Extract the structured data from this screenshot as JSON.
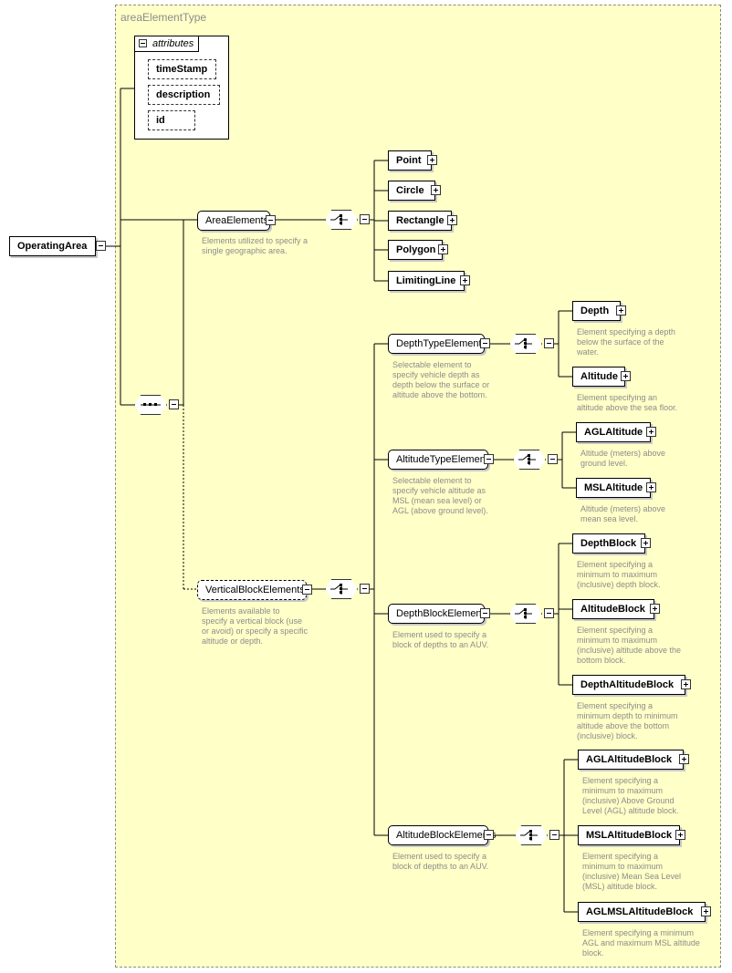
{
  "complex_type": "areaElementType",
  "attributes_label": "attributes",
  "attributes": [
    "timeStamp",
    "description",
    "id"
  ],
  "root": "OperatingArea",
  "area_elements": {
    "name": "AreaElements",
    "description": "Elements utilized to specify a\nsingle geographic area.",
    "children": [
      "Point",
      "Circle",
      "Rectangle",
      "Polygon",
      "LimitingLine"
    ]
  },
  "vertical_block_elements": {
    "name": "VerticalBlockElements",
    "description": "Elements available to\nspecify a vertical block (use\nor avoid) or specify a specific\naltitude or depth."
  },
  "groups": [
    {
      "name": "DepthTypeElements",
      "description": "Selectable element to\nspecify vehicle depth as\ndepth below the surface or\naltitude above the bottom.",
      "children": [
        {
          "name": "Depth",
          "description": "Element specifying a depth\nbelow the surface of the\nwater."
        },
        {
          "name": "Altitude",
          "description": "Element specifying an\naltitude above the sea floor."
        }
      ]
    },
    {
      "name": "AltitudeTypeElements",
      "description": "Selectable element to\nspecify vehicle altitude as\nMSL (mean sea level) or\nAGL (above ground level).",
      "children": [
        {
          "name": "AGLAltitude",
          "description": "Altitude (meters) above\nground level."
        },
        {
          "name": "MSLAltitude",
          "description": "Altitude (meters) above\nmean sea level."
        }
      ]
    },
    {
      "name": "DepthBlockElements",
      "description": "Element used to specify a\nblock of depths to an AUV.",
      "children": [
        {
          "name": "DepthBlock",
          "description": "Element specifying a\nminimum to maximum\n(inclusive) depth block."
        },
        {
          "name": "AltitudeBlock",
          "description": "Element specifying a\nminimum to maximum\n(inclusive) altitude above the\nbottom block."
        },
        {
          "name": "DepthAltitudeBlock",
          "description": "Element specifying a\nminimum depth to minimum\naltitude above the bottom\n(inclusive) block."
        }
      ]
    },
    {
      "name": "AltitudeBlockElements",
      "description": "Element used to specify a\nblock of depths to an AUV.",
      "children": [
        {
          "name": "AGLAltitudeBlock",
          "description": "Element specifying a\nminimum to maximum\n(inclusive) Above Ground\nLevel (AGL) altitude block."
        },
        {
          "name": "MSLAltitudeBlock",
          "description": "Element specifying a\nminimum to maximum\n(inclusive) Mean Sea Level\n(MSL) altitude block."
        },
        {
          "name": "AGLMSLAltitudeBlock",
          "description": "Element specifying a minimum\nAGL and maximum MSL altitude\nblock."
        }
      ]
    }
  ],
  "colors": {
    "panel": "#ffffc8",
    "line": "#000000",
    "description": "#8c8c8c"
  }
}
